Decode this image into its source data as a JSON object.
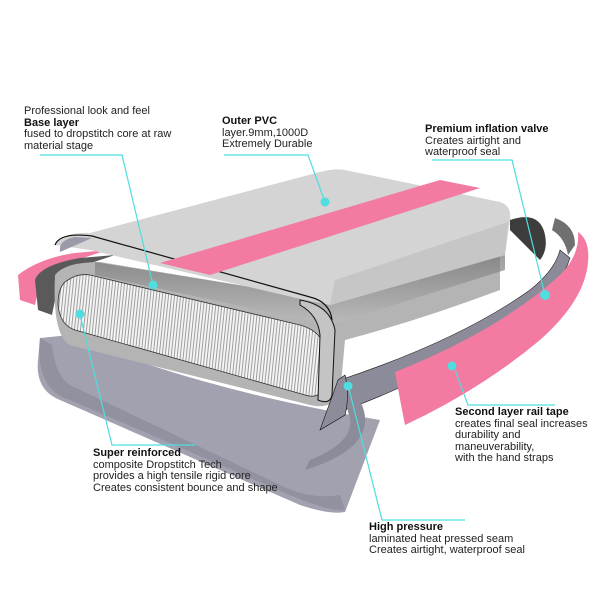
{
  "diagram": {
    "accent_color": "#4fdde0",
    "colors": {
      "pvc_top": "#d3d4d3",
      "pink_stripe": "#f37aa0",
      "rail_gray": "#8b8a98",
      "base_gray": "#a3a2b0",
      "dark_layer": "#4a4a4a",
      "dropstitch": "#f2f2f2"
    },
    "callouts": [
      {
        "id": "base-layer",
        "pre": "Professional look and feel",
        "title": "Base layer",
        "lines": [
          "fused to dropstitch core at raw",
          "material stage"
        ]
      },
      {
        "id": "outer-pvc",
        "title": "Outer PVC",
        "lines": [
          "layer.9mm,1000D",
          "Extremely Durable"
        ]
      },
      {
        "id": "inflation-valve",
        "title": "Premium inflation valve",
        "lines": [
          "Creates airtight and",
          "waterproof seal"
        ]
      },
      {
        "id": "rail-tape",
        "title": "Second layer rail tape",
        "lines": [
          "creates final seal increases",
          "durability and maneuverability,",
          "with the hand straps"
        ]
      },
      {
        "id": "super-reinforced",
        "title": "Super reinforced",
        "lines": [
          "composite Dropstitch Tech",
          "provides a high tensile rigid core",
          "Creates consistent bounce and shape"
        ]
      },
      {
        "id": "high-pressure",
        "title": "High pressure",
        "lines": [
          "laminated heat pressed seam",
          "Creates airtight, waterproof seal"
        ]
      }
    ]
  }
}
